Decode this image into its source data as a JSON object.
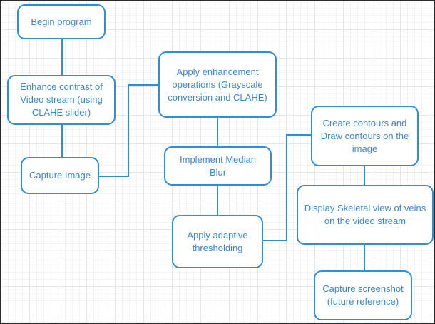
{
  "diagram": {
    "nodes": [
      {
        "id": "begin",
        "label": "Begin program"
      },
      {
        "id": "enhance",
        "label": "Enhance contrast of Video stream (using CLAHE slider)"
      },
      {
        "id": "capture",
        "label": "Capture Image"
      },
      {
        "id": "apply-enhance",
        "label": "Apply enhancement operations (Grayscale conversion and CLAHE)"
      },
      {
        "id": "median",
        "label": "Implement Median Blur"
      },
      {
        "id": "threshold",
        "label": "Apply adaptive thresholding"
      },
      {
        "id": "contours",
        "label": "Create contours and Draw contours on the image"
      },
      {
        "id": "skeletal",
        "label": "Display Skeletal view of veins on the video stream"
      },
      {
        "id": "screenshot",
        "label": "Capture screenshot (future reference)"
      }
    ],
    "colors": {
      "border": "#2f8fd6",
      "text": "#3c86c7",
      "connector": "#2f8fd6"
    }
  }
}
